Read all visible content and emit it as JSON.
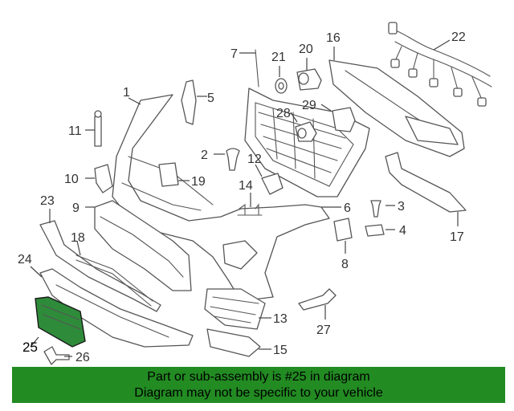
{
  "diagram": {
    "callouts": [
      {
        "id": "c1",
        "text": "1"
      },
      {
        "id": "c2",
        "text": "2"
      },
      {
        "id": "c3",
        "text": "3"
      },
      {
        "id": "c4",
        "text": "4"
      },
      {
        "id": "c5",
        "text": "5"
      },
      {
        "id": "c6",
        "text": "6"
      },
      {
        "id": "c7",
        "text": "7"
      },
      {
        "id": "c8",
        "text": "8"
      },
      {
        "id": "c9",
        "text": "9"
      },
      {
        "id": "c10",
        "text": "10"
      },
      {
        "id": "c11",
        "text": "11"
      },
      {
        "id": "c12",
        "text": "12"
      },
      {
        "id": "c13",
        "text": "13"
      },
      {
        "id": "c14",
        "text": "14"
      },
      {
        "id": "c15",
        "text": "15"
      },
      {
        "id": "c16",
        "text": "16"
      },
      {
        "id": "c17",
        "text": "17"
      },
      {
        "id": "c18",
        "text": "18"
      },
      {
        "id": "c19",
        "text": "19"
      },
      {
        "id": "c20",
        "text": "20"
      },
      {
        "id": "c21",
        "text": "21"
      },
      {
        "id": "c22",
        "text": "22"
      },
      {
        "id": "c23",
        "text": "23"
      },
      {
        "id": "c24",
        "text": "24"
      },
      {
        "id": "c25",
        "text": "25"
      },
      {
        "id": "c26",
        "text": "26"
      },
      {
        "id": "c27",
        "text": "27"
      },
      {
        "id": "c28",
        "text": "28"
      },
      {
        "id": "c29",
        "text": "29"
      }
    ],
    "highlighted_part": "25",
    "highlight_color": "#2e8b3a"
  },
  "banner": {
    "line1": "Part or sub-assembly is #25 in diagram",
    "line2": "Diagram may not be specific to your vehicle",
    "background": "#228b22"
  }
}
